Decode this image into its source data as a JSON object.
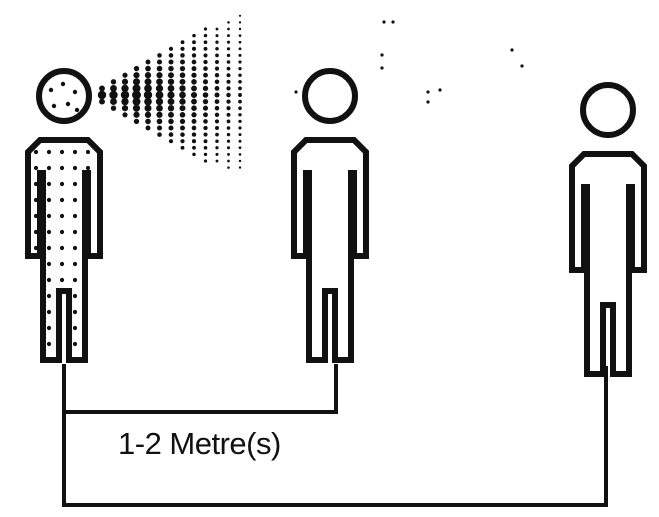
{
  "diagram": {
    "distance_label": "1-2 Metre(s)",
    "colors": {
      "ink": "#111111",
      "background": "#ffffff"
    },
    "figures": [
      {
        "role": "infected-person",
        "pattern": "dotted"
      },
      {
        "role": "near-person",
        "pattern": "plain"
      },
      {
        "role": "far-person",
        "pattern": "plain"
      }
    ],
    "icons": {
      "droplet_spray": "droplet-spray-icon",
      "person": "person-icon"
    }
  }
}
